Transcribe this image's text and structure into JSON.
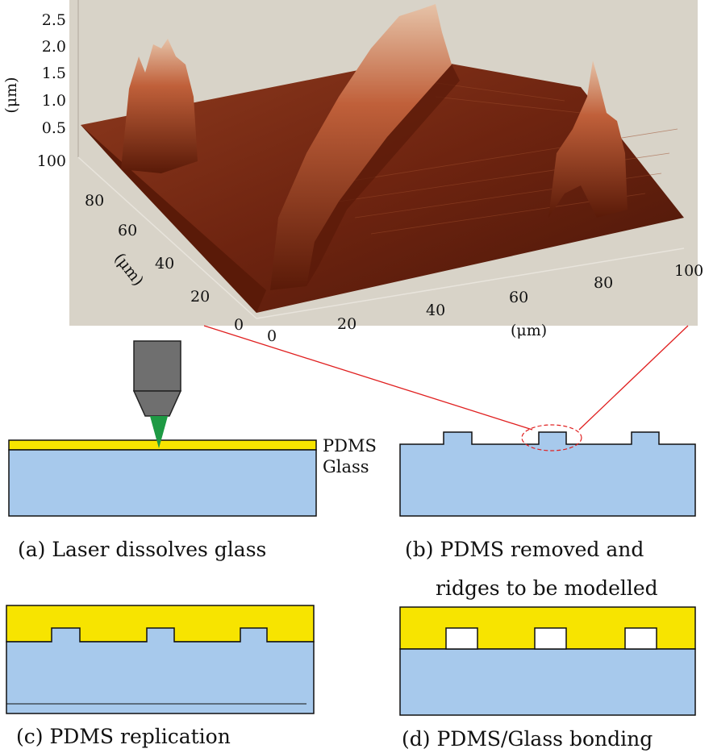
{
  "afm_plot": {
    "z_ticks": [
      "2.5",
      "2.0",
      "1.5",
      "1.0",
      "0.5",
      "100"
    ],
    "z_unit": "(μm)",
    "y_ticks": [
      "80",
      "60",
      "40",
      "20",
      "0"
    ],
    "y_unit": "(μm)",
    "x_ticks": [
      "0",
      "20",
      "40",
      "60",
      "80",
      "100"
    ],
    "x_unit": "(μm)"
  },
  "labels": {
    "pdms": "PDMS",
    "glass": "Glass"
  },
  "panels": {
    "a": "(a) Laser dissolves glass",
    "b_line1": "(b) PDMS removed and",
    "b_line2": "ridges to be modelled",
    "c": "(c) PDMS replication",
    "d": "(d) PDMS/Glass bonding"
  },
  "colors": {
    "pdms": "#f7e400",
    "glass": "#a7c9ec",
    "laser_beam": "#1e9a44",
    "objective": "#6f6f6f",
    "zoom_line": "#e02020",
    "surface": "#7a2a12",
    "background": "#d8d3c8"
  }
}
